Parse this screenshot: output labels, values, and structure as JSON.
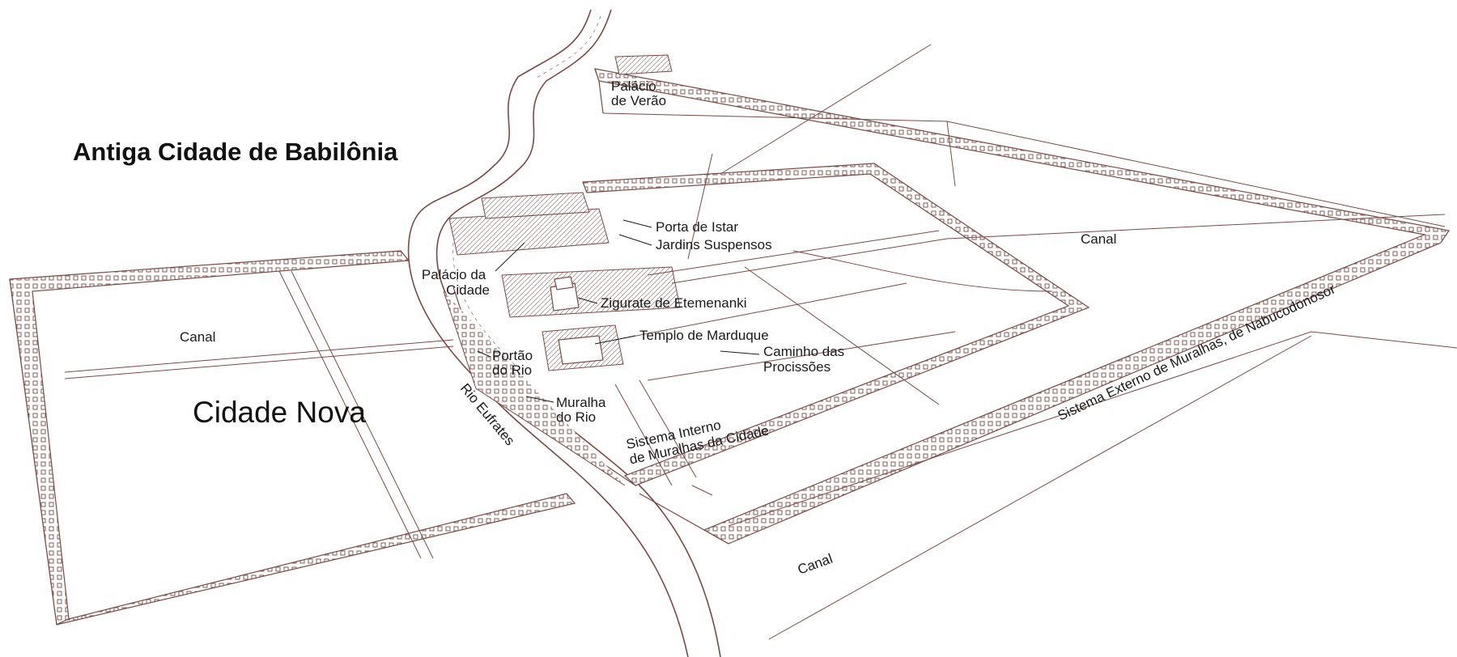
{
  "title": "Antiga Cidade de Babilônia",
  "colors": {
    "ink": "#7a4a45",
    "ink_light": "#a07570",
    "paper": "#ffffff",
    "text": "#1a1a1a"
  },
  "labels": {
    "palacio_verao": [
      "Palácio",
      "de Verão"
    ],
    "porta_istar": "Porta de Istar",
    "jardins": "Jardins Suspensos",
    "palacio_cidade": [
      "Palácio da",
      "Cidade"
    ],
    "zigurate": "Zigurate de Etemenanki",
    "templo": "Templo de Marduque",
    "caminho": [
      "Caminho das",
      "Procissões"
    ],
    "portao_rio": [
      "Portão",
      "do Rio"
    ],
    "muralha_rio": [
      "Muralha",
      "do Rio"
    ],
    "sistema_interno": [
      "Sistema  Interno",
      "de Muralhas da Cidade"
    ],
    "sistema_externo": "Sistema Externo de Muralhas, de Nabucodonosor",
    "rio": "Rio  Eufrates",
    "cidade_nova": "Cidade Nova",
    "canal_west": "Canal",
    "canal_ne": "Canal",
    "canal_south": "Canal"
  }
}
